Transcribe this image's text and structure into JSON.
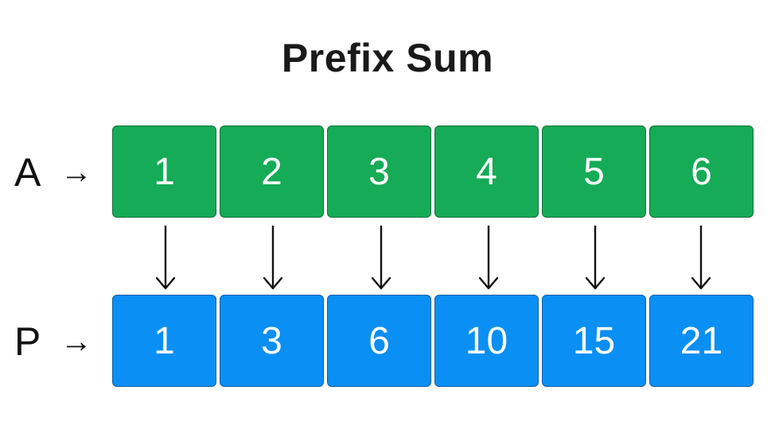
{
  "title": "Prefix Sum",
  "rows": [
    {
      "name": "A",
      "arrow": "→",
      "values": [
        "1",
        "2",
        "3",
        "4",
        "5",
        "6"
      ]
    },
    {
      "name": "P",
      "arrow": "→",
      "values": [
        "1",
        "3",
        "6",
        "10",
        "15",
        "21"
      ]
    }
  ],
  "colors": {
    "input_cells": "#16ab56",
    "prefix_cells": "#0a8ff4",
    "arrows": "#111111"
  }
}
